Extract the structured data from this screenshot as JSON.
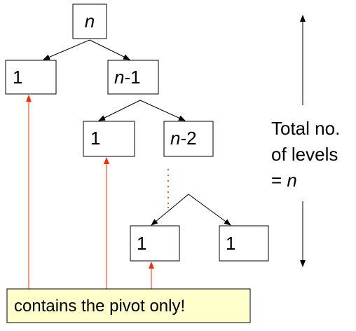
{
  "nodes": {
    "root": {
      "var": "n",
      "suffix": ""
    },
    "level1_left": {
      "var": "",
      "suffix": "1"
    },
    "level1_right": {
      "var": "n",
      "suffix": "-1"
    },
    "level2_left": {
      "var": "",
      "suffix": "1"
    },
    "level2_right": {
      "var": "n",
      "suffix": "-2"
    },
    "last_left": {
      "var": "",
      "suffix": "1"
    },
    "last_right": {
      "var": "",
      "suffix": "1"
    }
  },
  "side_label": {
    "line1": "Total no.",
    "line2": "of levels",
    "line3_prefix": "= ",
    "line3_var": "n"
  },
  "callout": "contains the pivot only!",
  "colors": {
    "pointer": "#ff2a00",
    "callout_fill": "#ffffcc",
    "dots": "#c07020"
  }
}
